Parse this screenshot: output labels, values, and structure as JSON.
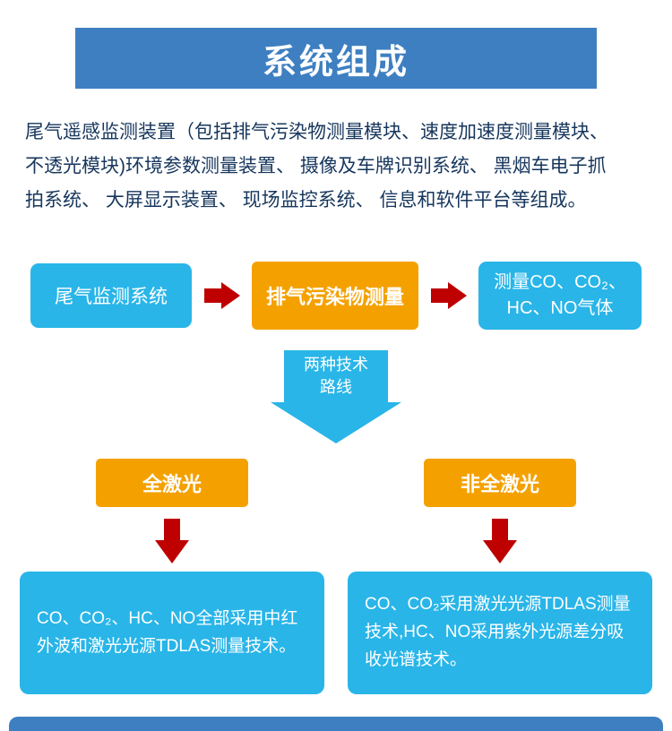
{
  "colors": {
    "header_blue": "#3E7FC1",
    "cyan": "#29B5E8",
    "orange": "#F4A100",
    "arrow_red": "#BE0000",
    "text_navy": "#16365C"
  },
  "header": {
    "title": "系统组成"
  },
  "intro": {
    "text": "尾气遥感监测装置（包括排气污染物测量模块、速度加速度测量模块、\n不透光模块)环境参数测量装置、 摄像及车牌识别系统、 黑烟车电子抓\n拍系统、 大屏显示装置、 现场监控系统、 信息和软件平台等组成。"
  },
  "flow": {
    "source": "尾气监测系统",
    "process": "排气污染物测量",
    "output": "测量CO、CO₂、\nHC、NO气体",
    "split_label": "两种技术\n路线",
    "branches": [
      {
        "title": "全激光",
        "description": "CO、CO₂、HC、NO全部采用中红外波和激光光源TDLAS测量技术。"
      },
      {
        "title": "非全激光",
        "description": "CO、CO₂采用激光光源TDLAS测量技术,HC、NO采用紫外光源差分吸收光谱技术。"
      }
    ]
  }
}
